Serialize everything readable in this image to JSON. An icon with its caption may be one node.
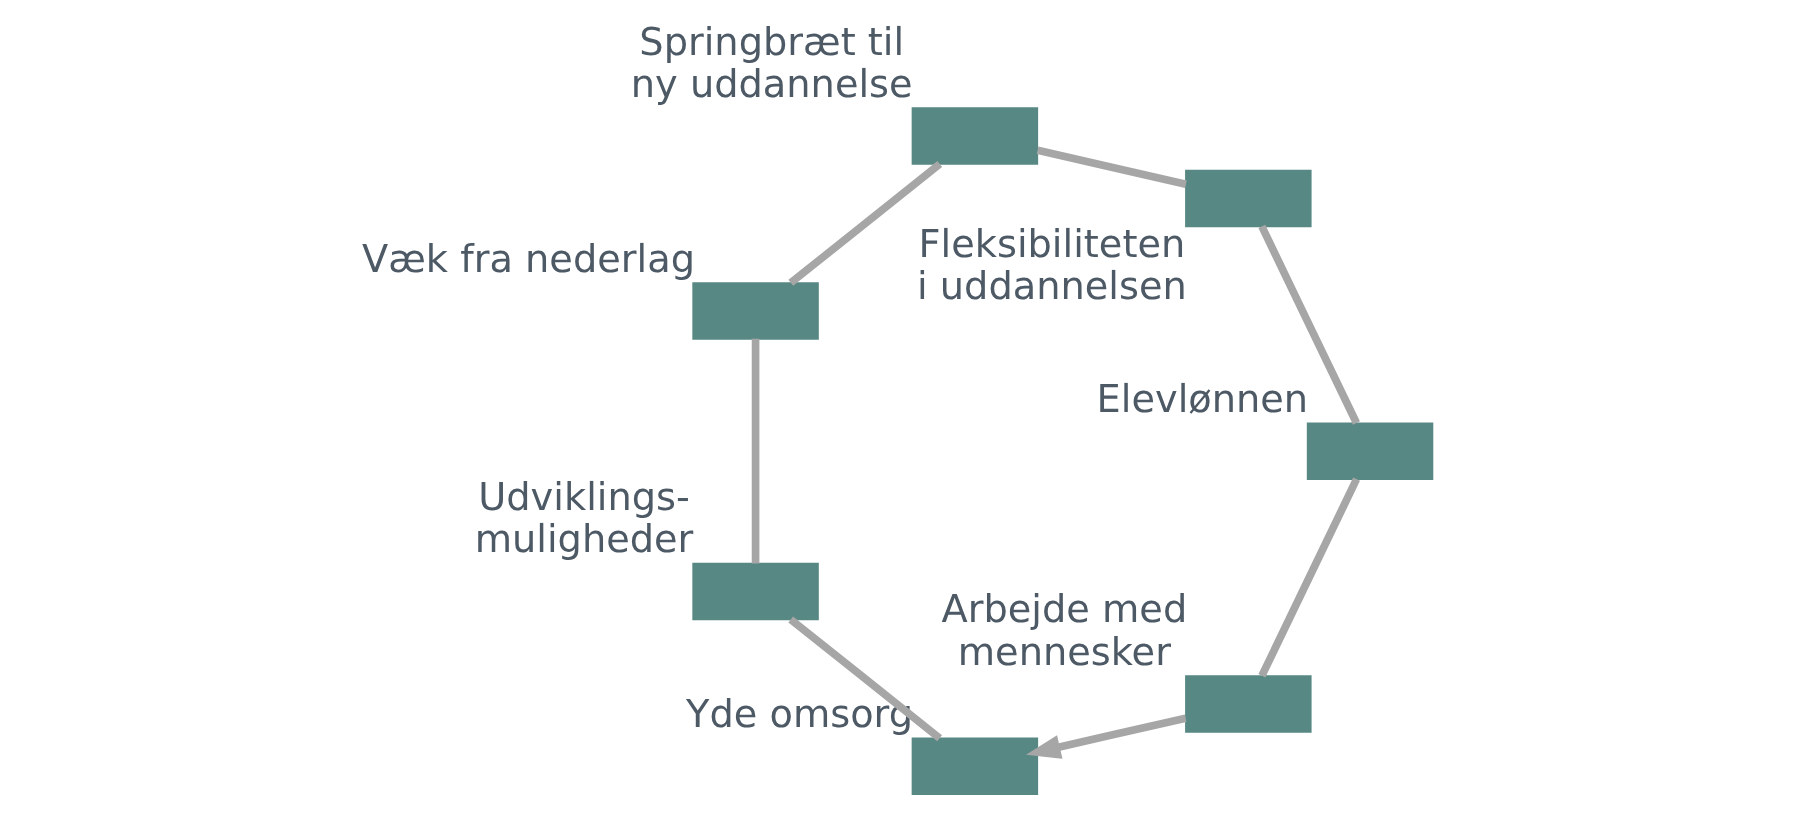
{
  "diagram": {
    "nodes": [
      {
        "text": [],
        "shape": "box",
        "beside": [
          "Arbejde med mennesker"
        ]
      },
      {
        "text": [],
        "shape": "box",
        "beside": [
          "Yde omsorg"
        ]
      },
      {
        "text": [],
        "shape": "box",
        "beside": [
          "Udviklings- muligheder"
        ]
      },
      {
        "text": [],
        "shape": "box",
        "beside": [
          "Elevlønnen"
        ]
      },
      {
        "text": [],
        "shape": "box",
        "beside": [
          "Væk fra nederlag"
        ]
      },
      {
        "text": [],
        "shape": "box",
        "beside": [
          "Fleksibiliteten i uddannelsen"
        ]
      },
      {
        "text": [],
        "shape": "box",
        "beside": [
          "Springbræt til ny uddannelse"
        ]
      }
    ],
    "edges": [
      {
        "from": 0,
        "to": 1,
        "arrow": "to"
      },
      {
        "from": 1,
        "to": 2,
        "arrow": "none"
      },
      {
        "from": 2,
        "to": 4,
        "arrow": "none"
      },
      {
        "from": 4,
        "to": 6,
        "arrow": "none"
      },
      {
        "from": 6,
        "to": 5,
        "arrow": "none"
      },
      {
        "from": 5,
        "to": 3,
        "arrow": "none"
      },
      {
        "from": 3,
        "to": 0,
        "arrow": "none"
      }
    ]
  }
}
